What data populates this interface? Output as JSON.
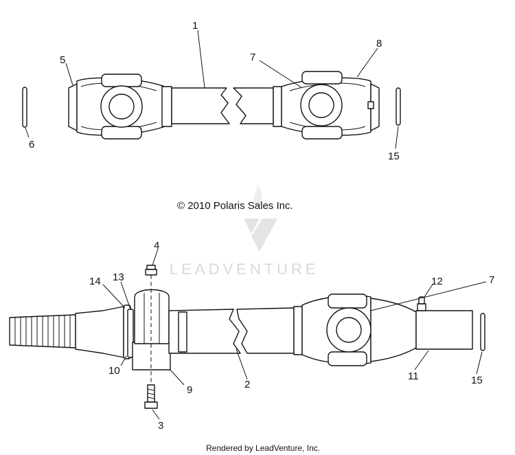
{
  "copyright": "© 2010 Polaris Sales Inc.",
  "watermark": "LEADVENTURE",
  "footer": "Rendered by LeadVenture, Inc.",
  "callouts": {
    "c1": "1",
    "c2": "2",
    "c3": "3",
    "c4": "4",
    "c5": "5",
    "c6": "6",
    "c7_top": "7",
    "c7_bottom": "7",
    "c8": "8",
    "c9": "9",
    "c10": "10",
    "c11": "11",
    "c12": "12",
    "c13": "13",
    "c14": "14",
    "c15_top": "15",
    "c15_bottom": "15"
  }
}
